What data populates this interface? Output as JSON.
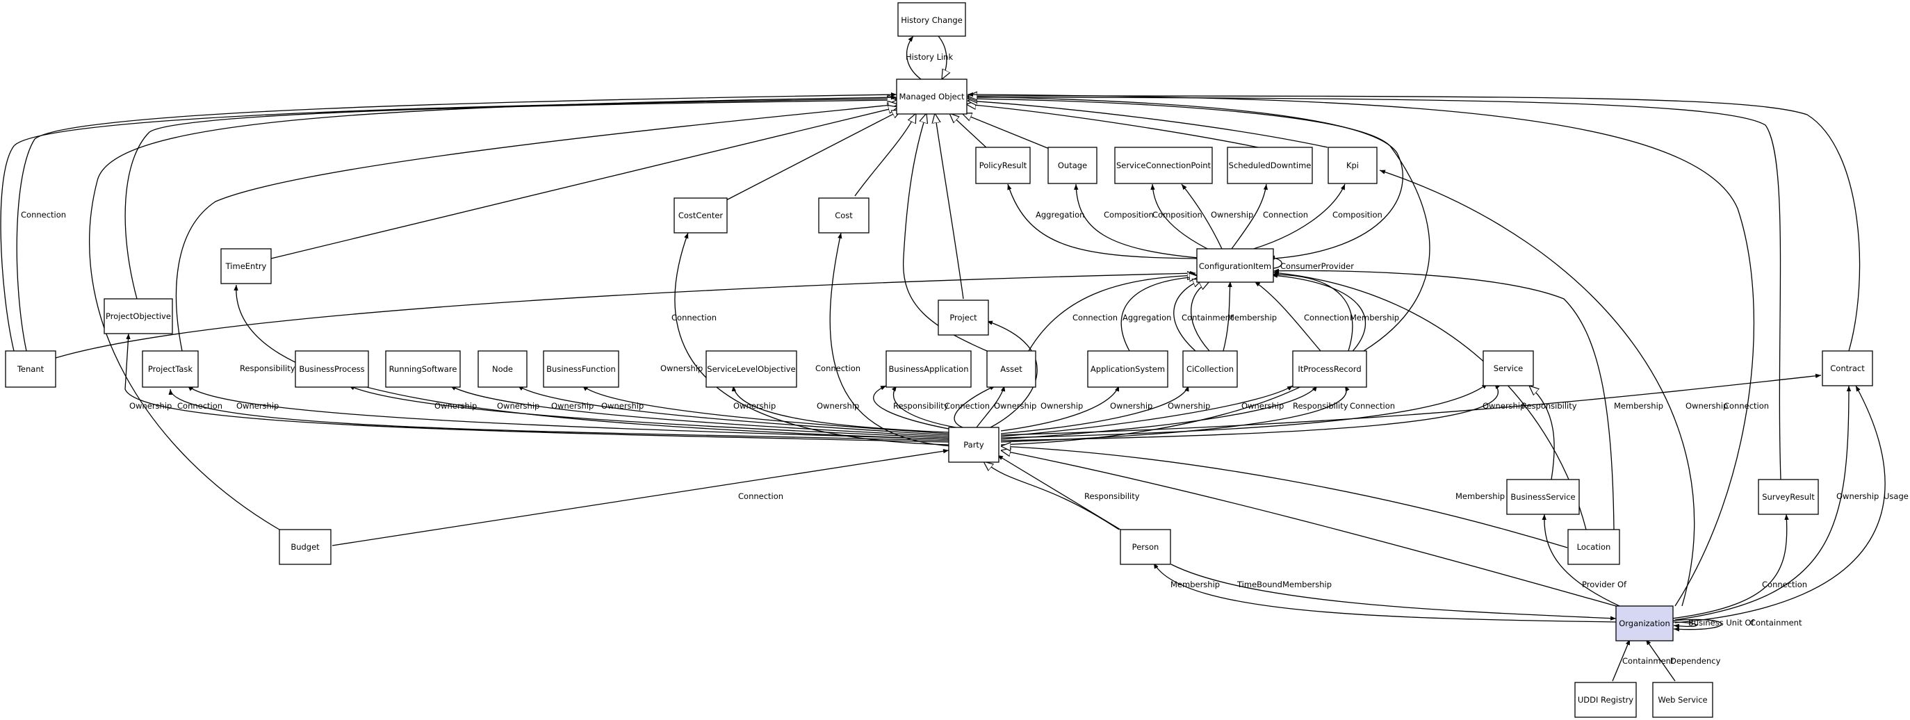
{
  "title": "Managed Object class diagram",
  "colors": {
    "node_fill": "#ffffff",
    "node_stroke": "#000000",
    "highlight_fill": "#d6d8f3",
    "edge": "#000000",
    "background": "#ffffff"
  },
  "nodes": {
    "history_change": "History Change",
    "managed_object": "Managed Object",
    "policy_result": "PolicyResult",
    "outage": "Outage",
    "service_connection_point": "ServiceConnectionPoint",
    "scheduled_downtime": "ScheduledDowntime",
    "kpi": "Kpi",
    "cost_center": "CostCenter",
    "cost": "Cost",
    "time_entry": "TimeEntry",
    "configuration_item": "ConfigurationItem",
    "project_objective": "ProjectObjective",
    "project": "Project",
    "tenant": "Tenant",
    "project_task": "ProjectTask",
    "business_process": "BusinessProcess",
    "running_software": "RunningSoftware",
    "node": "Node",
    "business_function": "BusinessFunction",
    "service_level_objective": "ServiceLevelObjective",
    "business_application": "BusinessApplication",
    "asset": "Asset",
    "application_system": "ApplicationSystem",
    "ci_collection": "CiCollection",
    "it_process_record": "ItProcessRecord",
    "service": "Service",
    "contract": "Contract",
    "party": "Party",
    "budget": "Budget",
    "business_service": "BusinessService",
    "survey_result": "SurveyResult",
    "person": "Person",
    "location": "Location",
    "organization": "Organization",
    "uddi_registry": "UDDI Registry",
    "web_service": "Web Service"
  },
  "edge_labels": {
    "history_link": "History Link",
    "tenant_connection": "Connection",
    "ci_aggregation_policy": "Aggregation",
    "ci_composition_outage": "Composition",
    "ci_composition_scp": "Composition",
    "ci_ownership_scp": "Ownership",
    "ci_connection_sched": "Connection",
    "ci_composition_kpi": "Composition",
    "consumer_provider": "ConsumerProvider",
    "tenant_ci_connection": "Connection",
    "asset_ci_connection": "Connection",
    "appsys_aggregation": "Aggregation",
    "cicoll_containment": "Containment",
    "cicoll_membership": "Membership",
    "itpr_connection": "Connection",
    "itpr_membership": "Membership",
    "location_membership": "Membership",
    "party_ownership_costcenter": "Ownership",
    "party_connection_cost": "Connection",
    "party_responsibility_timeentry": "Responsibility",
    "party_ownership_projobj": "Ownership",
    "party_connection_projtask": "Connection",
    "party_ownership_projtask": "Ownership",
    "party_ownership_bproc": "Ownership",
    "party_ownership_runsw": "Ownership",
    "party_ownership_node": "Ownership",
    "party_ownership_bfunc": "Ownership",
    "party_ownership_slo": "Ownership",
    "party_ownership_bapp": "Ownership",
    "party_responsibility_bapp": "Responsibility",
    "party_connection_asset": "Connection",
    "party_ownership_asset": "Ownership",
    "party_ownership_project": "Ownership",
    "party_ownership_appsys": "Ownership",
    "party_ownership_cicoll": "Ownership",
    "party_ownership_itpr": "Ownership",
    "party_responsibility_itpr": "Responsibility",
    "party_connection_itpr": "Connection",
    "party_ownership_service": "Ownership",
    "party_responsibility_service": "Responsibility",
    "party_ownership_contract": "Ownership",
    "org_connection_kpi": "Connection",
    "budget_connection": "Connection",
    "person_responsibility": "Responsibility",
    "location_party_membership": "Membership",
    "org_membership_person": "Membership",
    "time_bound_membership": "TimeBoundMembership",
    "provider_of": "Provider Of",
    "org_connection_survey": "Connection",
    "org_ownership_contract": "Ownership",
    "org_usage_contract": "Usage",
    "business_unit_of": "Business Unit Of",
    "org_containment_self": "Containment",
    "uddi_containment": "Containment",
    "web_dependency": "Dependency"
  }
}
